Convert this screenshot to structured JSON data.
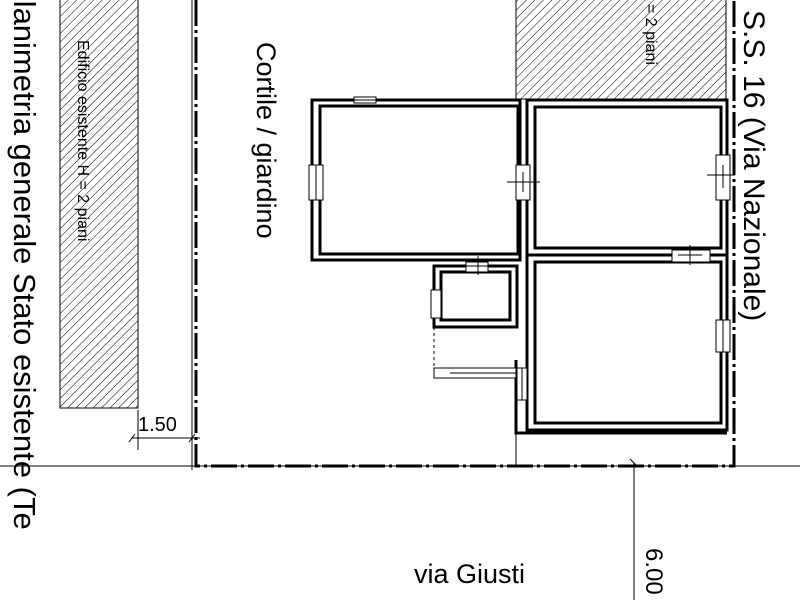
{
  "title": "Planimetria generale Stato esistente (Te",
  "labels": {
    "courtyard": "Cortile / giardino",
    "road_main": "S.S. 16 (Via Nazionale)",
    "street": "via Giusti",
    "building_left": "Edificio esistente H = 2 piani",
    "building_right": "= 2 piani"
  },
  "dimensions": {
    "setback": "1.50",
    "road_width": "6.00"
  }
}
